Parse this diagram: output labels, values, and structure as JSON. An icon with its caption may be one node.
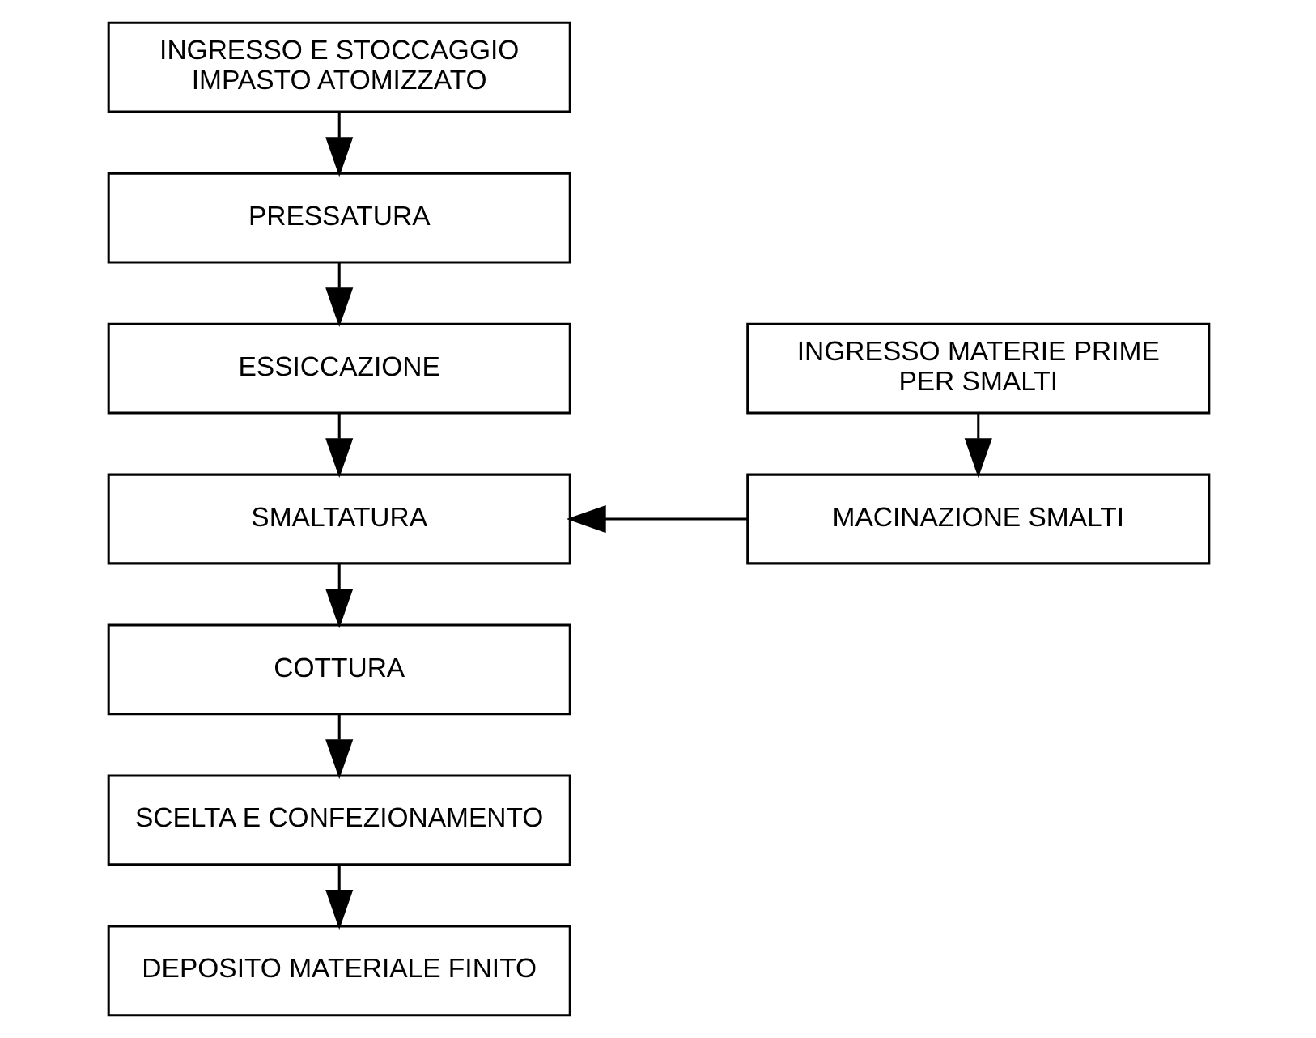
{
  "diagram": {
    "nodes": [
      {
        "text": [
          "INGRESSO E STOCCAGGIO IMPASTO ATOMIZZATO"
        ]
      },
      {
        "text": [
          "PRESSATURA"
        ]
      },
      {
        "text": [
          "ESSICCAZIONE"
        ]
      },
      {
        "text": [
          "SMALTATURA"
        ]
      },
      {
        "text": [
          "COTTURA"
        ]
      },
      {
        "text": [
          "SCELTA E CONFEZIONAMENTO"
        ]
      },
      {
        "text": [
          "DEPOSITO MATERIALE FINITO"
        ]
      },
      {
        "text": [
          "INGRESSO MATERIE PRIME PER SMALTI"
        ]
      },
      {
        "text": [
          "MACINAZIONE SMALTI"
        ]
      }
    ],
    "edges": [
      {
        "from": 0,
        "to": 1,
        "arrow": "to"
      },
      {
        "from": 1,
        "to": 2,
        "arrow": "to"
      },
      {
        "from": 2,
        "to": 3,
        "arrow": "to"
      },
      {
        "from": 3,
        "to": 4,
        "arrow": "to"
      },
      {
        "from": 4,
        "to": 5,
        "arrow": "to"
      },
      {
        "from": 5,
        "to": 6,
        "arrow": "to"
      },
      {
        "from": 7,
        "to": 8,
        "arrow": "to"
      },
      {
        "from": 8,
        "to": 3,
        "arrow": "to"
      }
    ]
  }
}
